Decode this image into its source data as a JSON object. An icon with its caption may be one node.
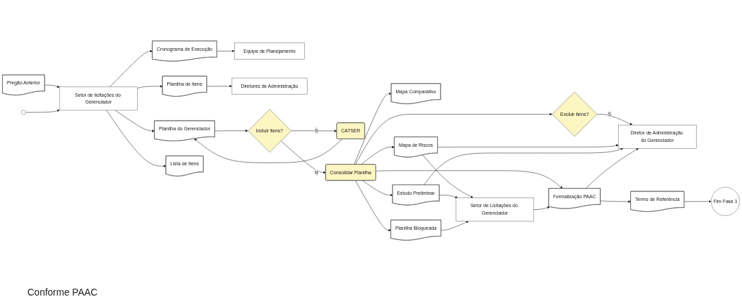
{
  "diagram": {
    "nodes": [
      {
        "text": [
          "Pregão Anterior"
        ]
      },
      {
        "text": [],
        "shape": "circle"
      },
      {
        "text": [
          "Setor de licitações do Gerenciador"
        ]
      },
      {
        "text": [
          "Planilha do Gerenciador"
        ]
      },
      {
        "text": [
          "Planilha de Itens"
        ]
      },
      {
        "text": [
          "Cronograma de Execução"
        ]
      },
      {
        "text": [
          "Lista de Itens"
        ]
      },
      {
        "text": [
          "Equipe de Planejamento"
        ]
      },
      {
        "text": [
          "Diretores de Administração"
        ]
      },
      {
        "text": [
          "Incluir itens?"
        ]
      },
      {
        "text": [
          "CATSER"
        ]
      },
      {
        "text": [
          "Consolidar Planilha"
        ]
      },
      {
        "text": [
          "Excluir itens?"
        ]
      },
      {
        "text": [
          "Mapa Comparativo"
        ]
      },
      {
        "text": [
          "Planilha Bloqueada"
        ]
      },
      {
        "text": [
          "Mapa de Riscos"
        ]
      },
      {
        "text": [
          "Estudo Preliminar"
        ]
      },
      {
        "text": [
          "Diretor de Administração do Gerenciador"
        ]
      },
      {
        "text": [
          "Setor de Licitações do Gerenciador"
        ]
      },
      {
        "text": [
          "Formalização PAAC"
        ]
      },
      {
        "text": [
          "Termo de Referência"
        ]
      },
      {
        "text": [
          "Fim Fase 1"
        ]
      }
    ],
    "edges": [
      {
        "from": 0,
        "to": 2,
        "arrow": "to"
      },
      {
        "from": 1,
        "to": 2,
        "arrow": "to"
      },
      {
        "from": 2,
        "to": 3,
        "arrow": "to"
      },
      {
        "from": 2,
        "to": 4,
        "arrow": "to"
      },
      {
        "from": 2,
        "to": 5,
        "arrow": "to"
      },
      {
        "from": 2,
        "to": 6,
        "arrow": "to"
      },
      {
        "from": 4,
        "to": 8,
        "arrow": "to"
      },
      {
        "from": 5,
        "to": 7,
        "arrow": "to"
      },
      {
        "from": 3,
        "to": 9,
        "arrow": "to"
      },
      {
        "from": 9,
        "to": 11,
        "arrow": "to",
        "label": "N"
      },
      {
        "from": 9,
        "to": 10,
        "arrow": "to",
        "label": "S"
      },
      {
        "from": 10,
        "to": 3,
        "arrow": "to"
      },
      {
        "from": 11,
        "to": 12,
        "arrow": "to"
      },
      {
        "from": 11,
        "to": 13,
        "arrow": "to"
      },
      {
        "from": 11,
        "to": 14,
        "arrow": "to"
      },
      {
        "from": 11,
        "to": 15,
        "arrow": "to"
      },
      {
        "from": 11,
        "to": 16,
        "arrow": "to"
      },
      {
        "from": 11,
        "to": 19,
        "arrow": "to"
      },
      {
        "from": 12,
        "to": 17,
        "arrow": "to",
        "label": "S"
      },
      {
        "from": 15,
        "to": 17,
        "arrow": "to"
      },
      {
        "from": 15,
        "to": 18,
        "arrow": "to"
      },
      {
        "from": 16,
        "to": 17,
        "arrow": "to"
      },
      {
        "from": 16,
        "to": 18,
        "arrow": "to"
      },
      {
        "from": 14,
        "to": 18,
        "arrow": "to"
      },
      {
        "from": 18,
        "to": 19,
        "arrow": "to"
      },
      {
        "from": 19,
        "to": 17,
        "arrow": "to"
      },
      {
        "from": 19,
        "to": 20,
        "arrow": "to"
      },
      {
        "from": 20,
        "to": 21,
        "arrow": "to"
      }
    ],
    "labels": [
      "Conforme PAAC"
    ]
  }
}
